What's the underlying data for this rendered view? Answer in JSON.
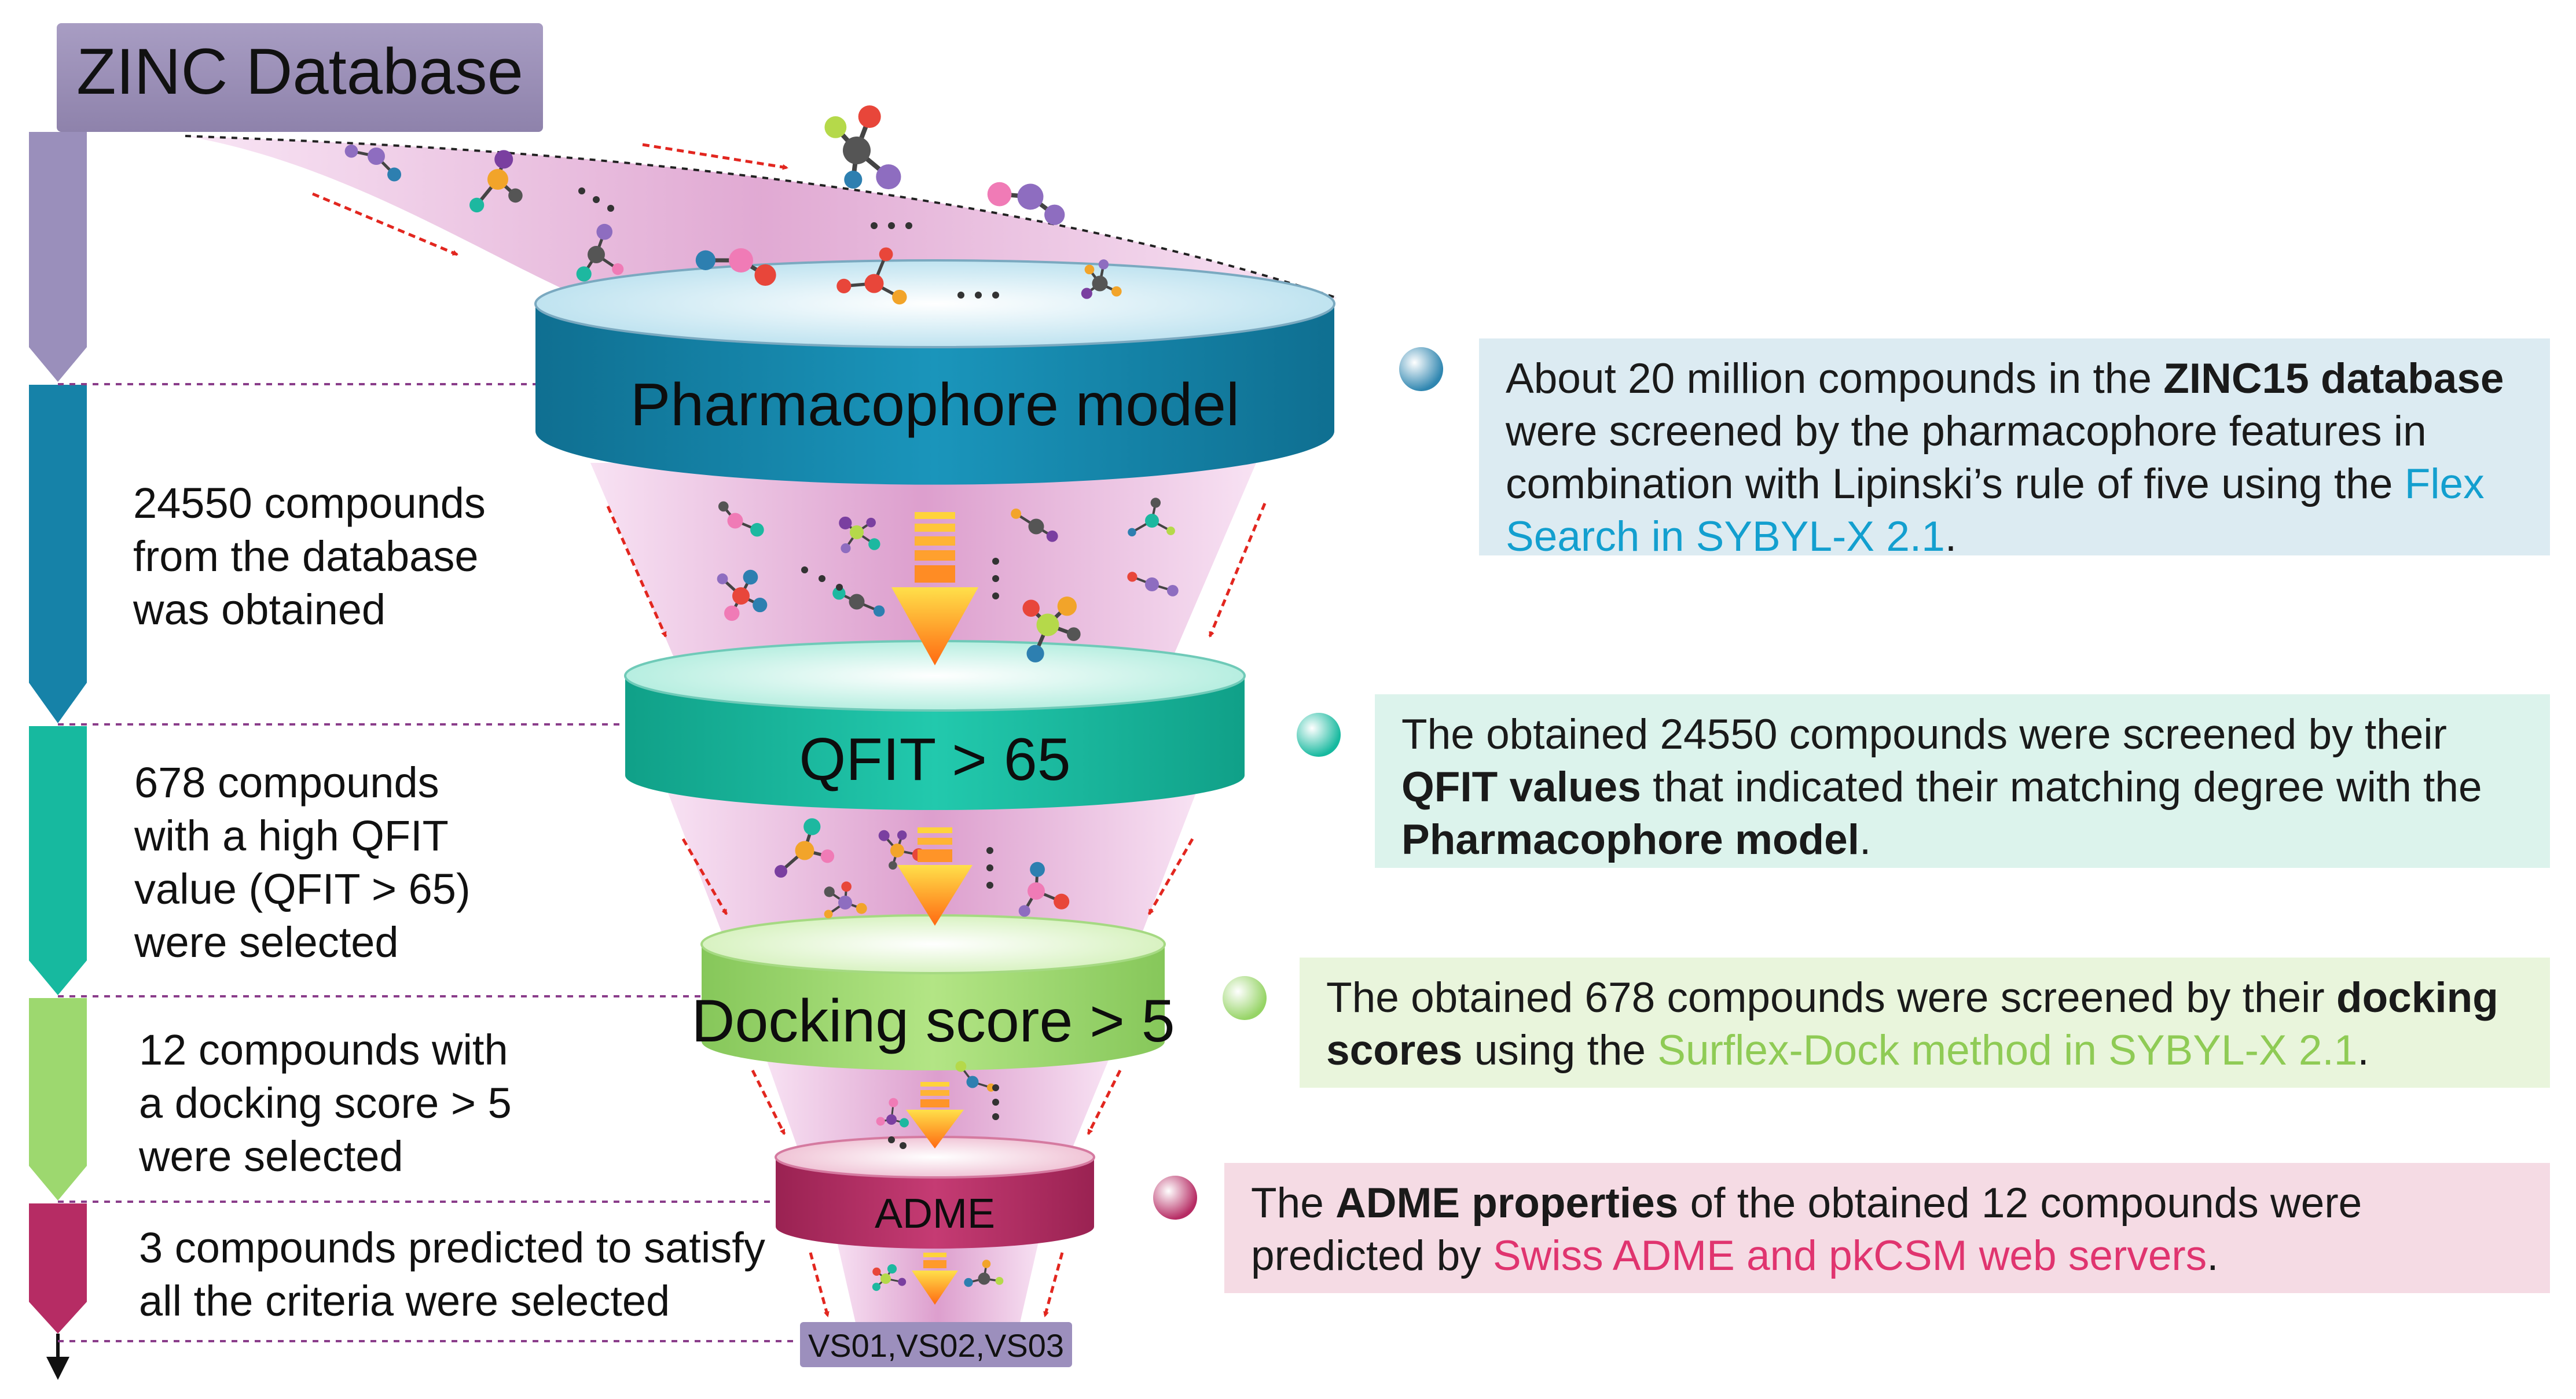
{
  "header": {
    "title": "ZINC Database"
  },
  "stages": [
    {
      "label": "Pharmacophore model"
    },
    {
      "label": "QFIT > 65"
    },
    {
      "label": "Docking score > 5"
    },
    {
      "label": "ADME"
    }
  ],
  "result": {
    "label": "VS01,VS02,VS03"
  },
  "left_notes": [
    {
      "lines": [
        "24550 compounds",
        "from the database",
        "was obtained"
      ]
    },
    {
      "lines": [
        "678 compounds",
        "with a high QFIT",
        "value (QFIT > 65)",
        "were selected"
      ]
    },
    {
      "lines": [
        "12 compounds with",
        "a docking score > 5",
        "were selected"
      ]
    },
    {
      "lines": [
        "3 compounds predicted to satisfy",
        "all the criteria were selected"
      ]
    }
  ],
  "descriptions": [
    {
      "t1": "About 20 million compounds in the ",
      "b1": "ZINC15 database",
      "t2": " were screened by the pharmacophore features in combination with Lipinski’s rule of five using the ",
      "link": "Flex Search in SYBYL-X 2.1",
      "t3": "."
    },
    {
      "t1": "The obtained 24550 compounds were screened by their ",
      "b1": "QFIT values",
      "t2": " that indicated their matching degree with the ",
      "b2": "Pharmacophore model",
      "t3": "."
    },
    {
      "t1": "The obtained 678 compounds were screened by their ",
      "b1": "docking scores",
      "t2": " using the ",
      "link": "Surflex-Dock method in SYBYL-X 2.1",
      "t3": "."
    },
    {
      "t1": "The ",
      "b1": "ADME properties",
      "t2": " of the obtained 12 compounds were predicted by ",
      "link": "Swiss ADME and pkCSM web servers",
      "t3": "."
    }
  ],
  "colors": {
    "header_bg": "#9b8fb7",
    "stage1": "#1689ad",
    "stage2": "#17b99f",
    "stage3": "#9dd86f",
    "stage4": "#b62c64",
    "result_bg": "#9c8fbd",
    "box1": "#dcebf2",
    "box2": "#dcf3ec",
    "box3": "#e9f5dc",
    "box4": "#f5dbe4",
    "link1": "#139fcf",
    "link3": "#8fcb55",
    "link4": "#e0346f"
  }
}
